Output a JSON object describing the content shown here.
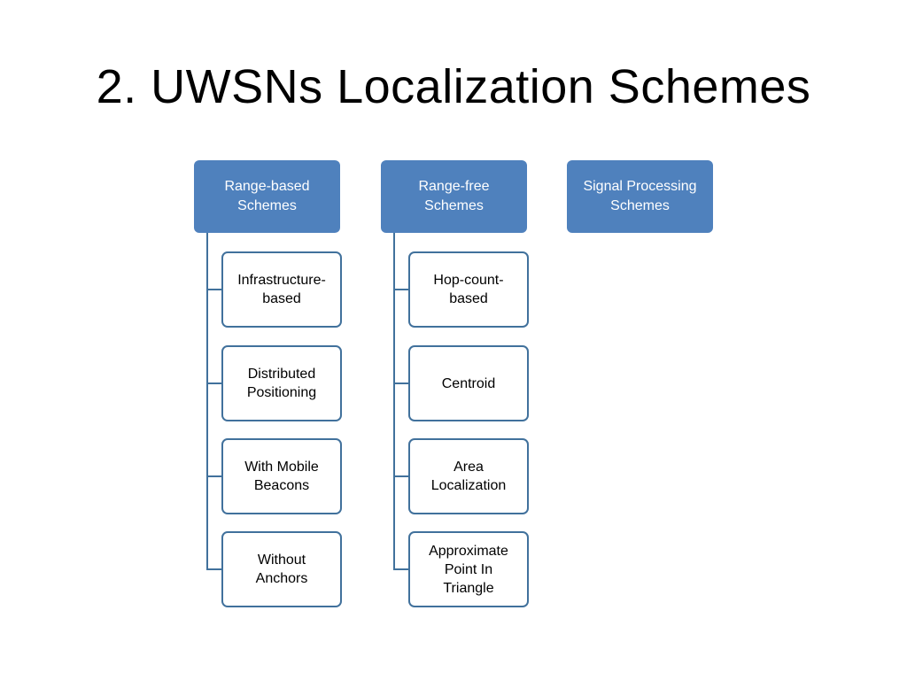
{
  "slide": {
    "title": "2. UWSNs Localization Schemes"
  },
  "diagram": {
    "columns": [
      {
        "header": "Range-based\nSchemes",
        "children": [
          "Infrastructure-\nbased",
          "Distributed\nPositioning",
          "With Mobile\nBeacons",
          "Without\nAnchors"
        ]
      },
      {
        "header": "Range-free\nSchemes",
        "children": [
          "Hop-count-\nbased",
          "Centroid",
          "Area\nLocalization",
          "Approximate\nPoint In\nTriangle"
        ]
      },
      {
        "header": "Signal Processing\nSchemes",
        "children": []
      }
    ]
  },
  "colors": {
    "header_fill": "#4f81bd",
    "border": "#41719c",
    "header_text": "#ffffff",
    "child_text": "#000000"
  }
}
